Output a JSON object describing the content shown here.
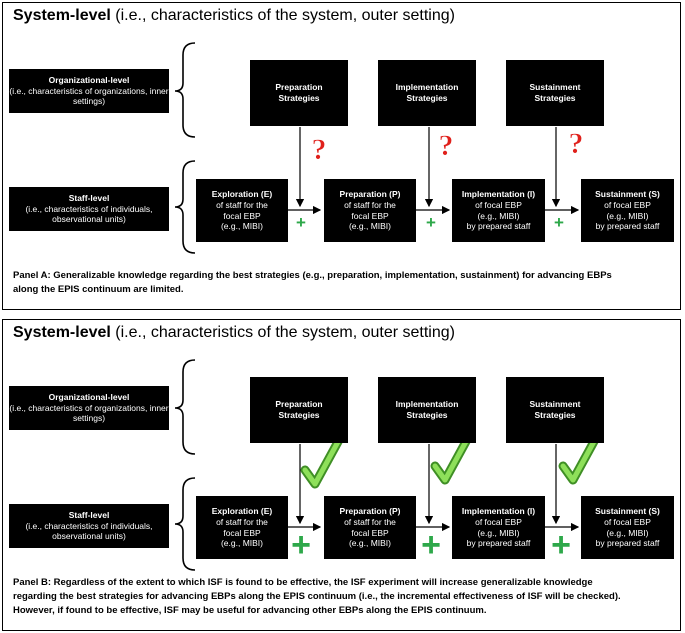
{
  "panel_a": {
    "title_bold": "System-level",
    "title_rest": " (i.e., characteristics of the system, outer setting)",
    "org_title": "Organizational-level",
    "org_sub": "(i.e., characteristics of organizations, inner settings)",
    "staff_title": "Staff-level",
    "staff_sub": "(i.e., characteristics of individuals, observational units)",
    "strategies": [
      {
        "line1": "Preparation",
        "line2": "Strategies"
      },
      {
        "line1": "Implementation",
        "line2": "Strategies"
      },
      {
        "line1": "Sustainment",
        "line2": "Strategies"
      }
    ],
    "stages": [
      {
        "title": "Exploration (E)",
        "l1": "of staff for the",
        "l2": "focal EBP",
        "l3": "(e.g., MIBI)"
      },
      {
        "title": "Preparation (P)",
        "l1": "of staff for the",
        "l2": "focal EBP",
        "l3": "(e.g., MIBI)"
      },
      {
        "title": "Implementation (I)",
        "l1": "of focal EBP",
        "l2": "(e.g., MIBI)",
        "l3": "by prepared staff"
      },
      {
        "title": "Sustainment (S)",
        "l1": "of focal EBP",
        "l2": "(e.g., MIBI)",
        "l3": "by prepared staff"
      }
    ],
    "mark": "?",
    "plus": "+",
    "caption_lines": [
      "Panel A: Generalizable knowledge regarding the best strategies (e.g., preparation, implementation, sustainment) for advancing EBPs",
      "along the EPIS continuum are limited."
    ]
  },
  "panel_b": {
    "title_bold": "System-level",
    "title_rest": " (i.e., characteristics of the system, outer setting)",
    "org_title": "Organizational-level",
    "org_sub": "(i.e., characteristics of organizations, inner settings)",
    "staff_title": "Staff-level",
    "staff_sub": "(i.e., characteristics of individuals, observational units)",
    "strategies": [
      {
        "line1": "Preparation",
        "line2": "Strategies"
      },
      {
        "line1": "Implementation",
        "line2": "Strategies"
      },
      {
        "line1": "Sustainment",
        "line2": "Strategies"
      }
    ],
    "stages": [
      {
        "title": "Exploration (E)",
        "l1": "of staff for the",
        "l2": "focal EBP",
        "l3": "(e.g., MIBI)"
      },
      {
        "title": "Preparation (P)",
        "l1": "of staff for the",
        "l2": "focal EBP",
        "l3": "(e.g., MIBI)"
      },
      {
        "title": "Implementation (I)",
        "l1": "of focal EBP",
        "l2": "(e.g., MIBI)",
        "l3": "by prepared staff"
      },
      {
        "title": "Sustainment (S)",
        "l1": "of focal EBP",
        "l2": "(e.g., MIBI)",
        "l3": "by prepared staff"
      }
    ],
    "plus": "+",
    "caption_lines": [
      "Panel B: Regardless of the extent to which ISF is found to be effective, the ISF experiment will increase generalizable knowledge",
      "regarding the best strategies for advancing EBPs along the EPIS continuum (i.e., the incremental effectiveness of ISF will be checked).",
      "However, if found to be effective, ISF may be useful for advancing other EBPs along the EPIS continuum."
    ]
  },
  "colors": {
    "question_mark": "#e0201b",
    "check": "#7ad14a",
    "plus": "#2ea84a",
    "box": "#000000"
  }
}
